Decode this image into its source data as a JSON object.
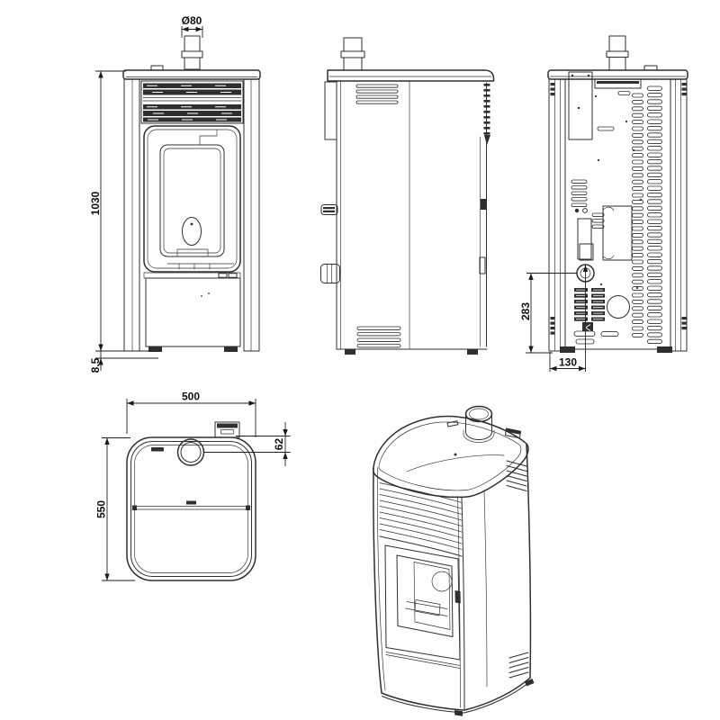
{
  "colors": {
    "background": "#ffffff",
    "line": "#2f2f2f",
    "dimension_text": "#111111"
  },
  "dimensions": {
    "front": {
      "flue_diameter": "Ø80",
      "overall_height": "1030",
      "foot_height": "8.5"
    },
    "rear": {
      "air_intake_height": "283",
      "air_intake_offset": "130"
    },
    "top": {
      "width": "500",
      "depth": "550",
      "flue_offset": "62"
    }
  }
}
